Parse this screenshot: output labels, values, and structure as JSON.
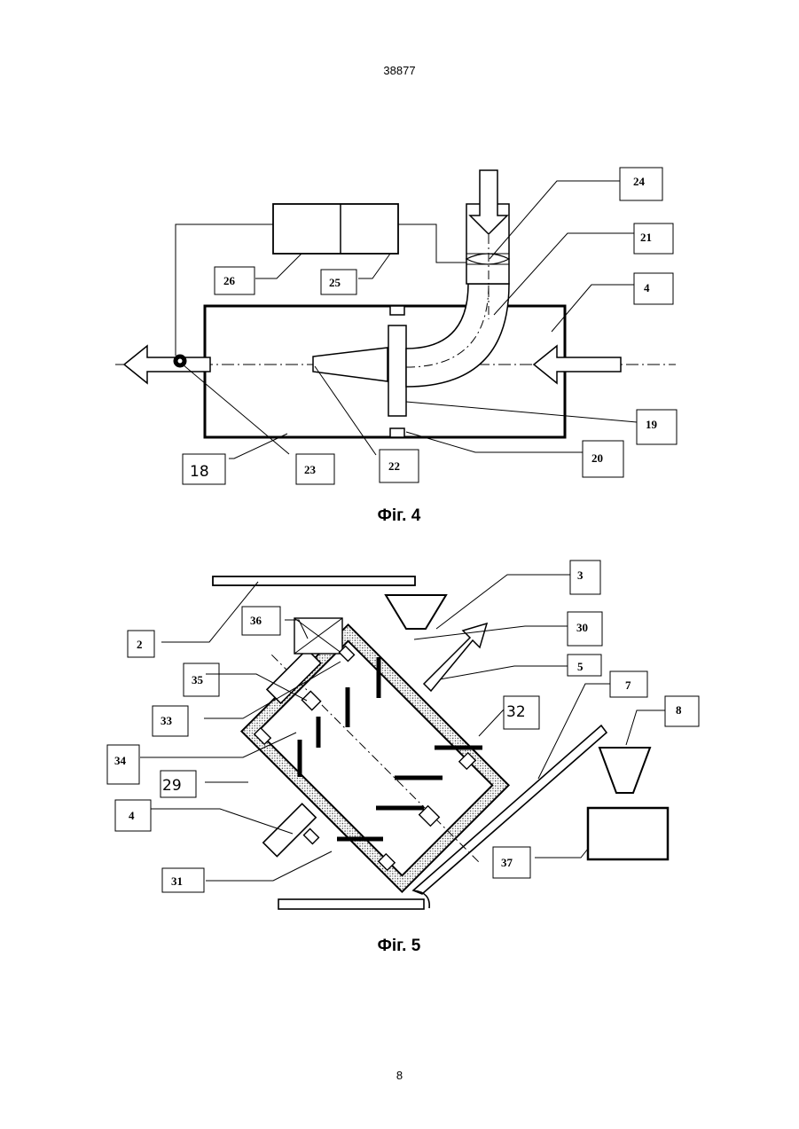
{
  "header": {
    "document_number": "38877"
  },
  "footer": {
    "page_number": "8"
  },
  "figure4": {
    "caption": "Фіг. 4",
    "labels": {
      "l24": "24",
      "l21": "21",
      "l4": "4",
      "l26": "26",
      "l25": "25",
      "l19": "19",
      "l20": "20",
      "l18": "18",
      "l23": "23",
      "l22": "22"
    }
  },
  "figure5": {
    "caption": "Фіг. 5",
    "labels": {
      "l3": "3",
      "l2": "2",
      "l36": "36",
      "l30": "30",
      "l5": "5",
      "l7": "7",
      "l35": "35",
      "l32": "32",
      "l8": "8",
      "l33": "33",
      "l34": "34",
      "l29": "29",
      "l4": "4",
      "l37": "37",
      "l31": "31"
    }
  }
}
